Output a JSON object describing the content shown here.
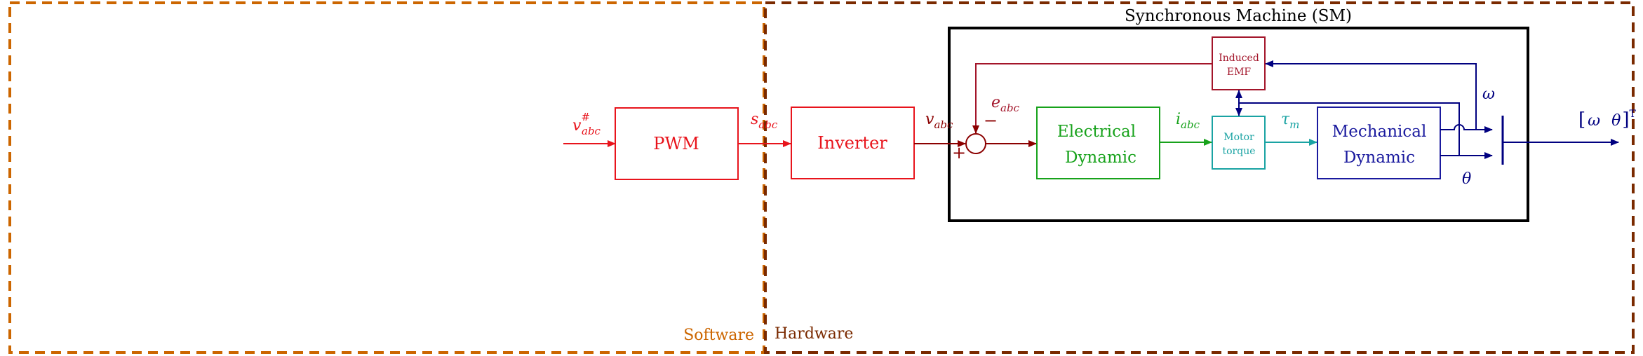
{
  "colors": {
    "software": "#cc6600",
    "hardware": "#7a2a00",
    "red": "#e8141c",
    "darkred": "#8b0000",
    "emf": "#a3152a",
    "green": "#17a21b",
    "teal": "#1aa3a3",
    "blue": "#1a1a9e",
    "navy": "#000080",
    "black": "#000000"
  },
  "regions": {
    "software_label": "Software",
    "hardware_label": "Hardware",
    "sm_title": "Synchronous Machine (SM)"
  },
  "blocks": {
    "pwm": "PWM",
    "inverter": "Inverter",
    "electrical_line1": "Electrical",
    "electrical_line2": "Dynamic",
    "emf_line1": "Induced",
    "emf_line2": "EMF",
    "torque_line1": "Motor",
    "torque_line2": "torque",
    "mechanical_line1": "Mechanical",
    "mechanical_line2": "Dynamic"
  },
  "signals": {
    "v_ref": {
      "base": "v",
      "sup": "#",
      "sub": "abc"
    },
    "s": {
      "base": "s",
      "sub": "abc"
    },
    "v": {
      "base": "v",
      "sub": "abc"
    },
    "e": {
      "base": "e",
      "sub": "abc"
    },
    "i": {
      "base": "i",
      "sub": "abc"
    },
    "tau": {
      "base": "τ",
      "sub": "m"
    },
    "omega": "ω",
    "theta": "θ",
    "out_open": "[",
    "out_omega": "ω",
    "out_theta": "θ",
    "out_close": "]",
    "out_sup": "T",
    "plus": "+",
    "minus": "−"
  }
}
